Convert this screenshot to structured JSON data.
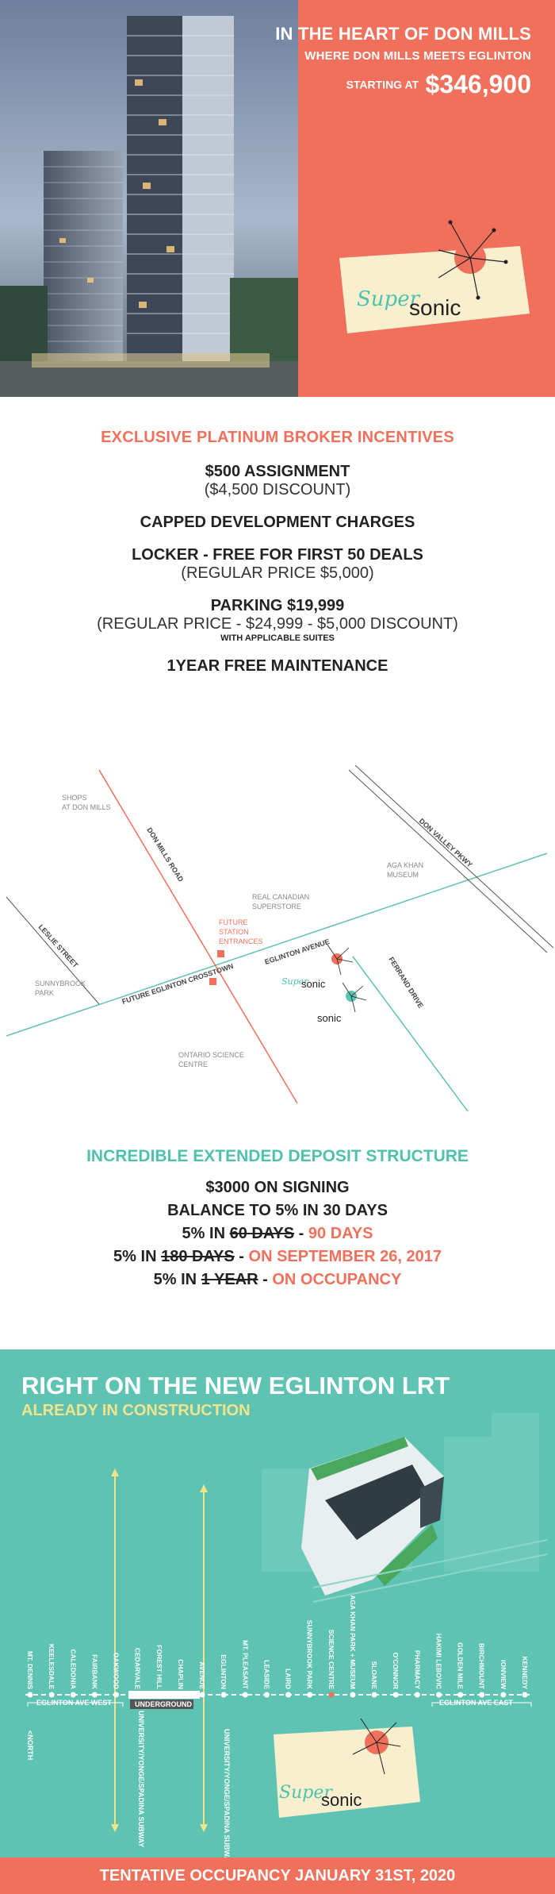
{
  "hero": {
    "title": "IN THE HEART OF DON MILLS",
    "subtitle": "WHERE DON MILLS MEETS EGLINTON",
    "price_label": "STARTING AT",
    "price": "$346,900",
    "logo_super": "Super",
    "logo_sonic": "sonic"
  },
  "incentives": {
    "title": "EXCLUSIVE PLATINUM BROKER INCENTIVES",
    "item1": "$500 ASSIGNMENT",
    "item1_sub": "($4,500 DISCOUNT)",
    "item2": "CAPPED DEVELOPMENT CHARGES",
    "item3": "LOCKER - FREE FOR FIRST 50 DEALS",
    "item3_sub": "(REGULAR PRICE $5,000)",
    "item4": "PARKING $19,999",
    "item4_sub": "(REGULAR PRICE - $24,999 - $5,000 DISCOUNT)",
    "item4_note": "WITH APPLICABLE SUITES",
    "item5": "1YEAR FREE MAINTENANCE"
  },
  "map": {
    "shops": "SHOPS",
    "shops2": "AT DON MILLS",
    "don_mills_road": "DON MILLS ROAD",
    "dvp": "DON VALLEY PKWY",
    "aga_khan": "AGA KHAN",
    "aga_khan2": "MUSEUM",
    "real_canadian": "REAL CANADIAN",
    "real_canadian2": "SUPERSTORE",
    "leslie": "LESLIE STREET",
    "future_station": "FUTURE",
    "future_station2": "STATION",
    "future_station3": "ENTRANCES",
    "eglinton_ave": "EGLINTON AVENUE",
    "ferrand": "FERRAND DRIVE",
    "sunnybrook": "SUNNYBROOK",
    "sunnybrook2": "PARK",
    "crosstown": "FUTURE EGLINTON CROSSTOWN",
    "science": "ONTARIO SCIENCE",
    "science2": "CENTRE",
    "sonic": "sonic",
    "super_sonic_super": "Super",
    "super_sonic_sonic": "sonic"
  },
  "deposit": {
    "title": "INCREDIBLE EXTENDED DEPOSIT STRUCTURE",
    "line1": "$3000 ON SIGNING",
    "line2": "BALANCE TO 5% IN 30 DAYS",
    "line3_a": "5% IN ",
    "line3_strike": "60 DAYS",
    "line3_b": " - ",
    "line3_c": "90 DAYS",
    "line4_a": "5% IN ",
    "line4_strike": "180 DAYS",
    "line4_b": " - ",
    "line4_c": "ON SEPTEMBER 26, 2017",
    "line5_a": "5% IN ",
    "line5_strike": "1 YEAR",
    "line5_b": " - ",
    "line5_c": "ON OCCUPANCY"
  },
  "lrt": {
    "title": "RIGHT ON THE NEW EGLINTON LRT",
    "subtitle": "ALREADY IN CONSTRUCTION",
    "stations": [
      "MT. DENNIS",
      "KEELESDALE",
      "CALEDONIA",
      "FAIRBANK",
      "OAKWOOD",
      "CEDARVALE",
      "FOREST HILL",
      "CHAPLIN",
      "AVENUE",
      "EGLINTON",
      "MT. PLEASANT",
      "LEASIDE",
      "LAIRD",
      "SUNNYBROOK PARK",
      "SCIENCE CENTRE",
      "AGA KHAN PARK + MUSEUM",
      "SLOANE",
      "O'CONNOR",
      "PHARMACY",
      "HAKIMI LEBOVIC",
      "GOLDEN MILE",
      "BIRCHMOUNT",
      "IONVIEW",
      "KENNEDY"
    ],
    "west_label": "EGLINTON AVE WEST",
    "underground": "UNDERGROUND",
    "east_label": "EGLINTON AVE EAST",
    "north": "<NORTH",
    "subway1": "UNIVERSITY/YONGE/SPADINA SUBWAY",
    "subway2": "UNIVERSITY/YONGE/SPADINA SUBWAY",
    "logo_super": "Super",
    "logo_sonic": "sonic"
  },
  "footer": "TENTATIVE OCCUPANCY JANUARY 31ST, 2020",
  "colors": {
    "coral": "#f0705c",
    "teal": "#5ec3b2",
    "cream": "#f8efcf",
    "yellow": "#f3e48c"
  }
}
